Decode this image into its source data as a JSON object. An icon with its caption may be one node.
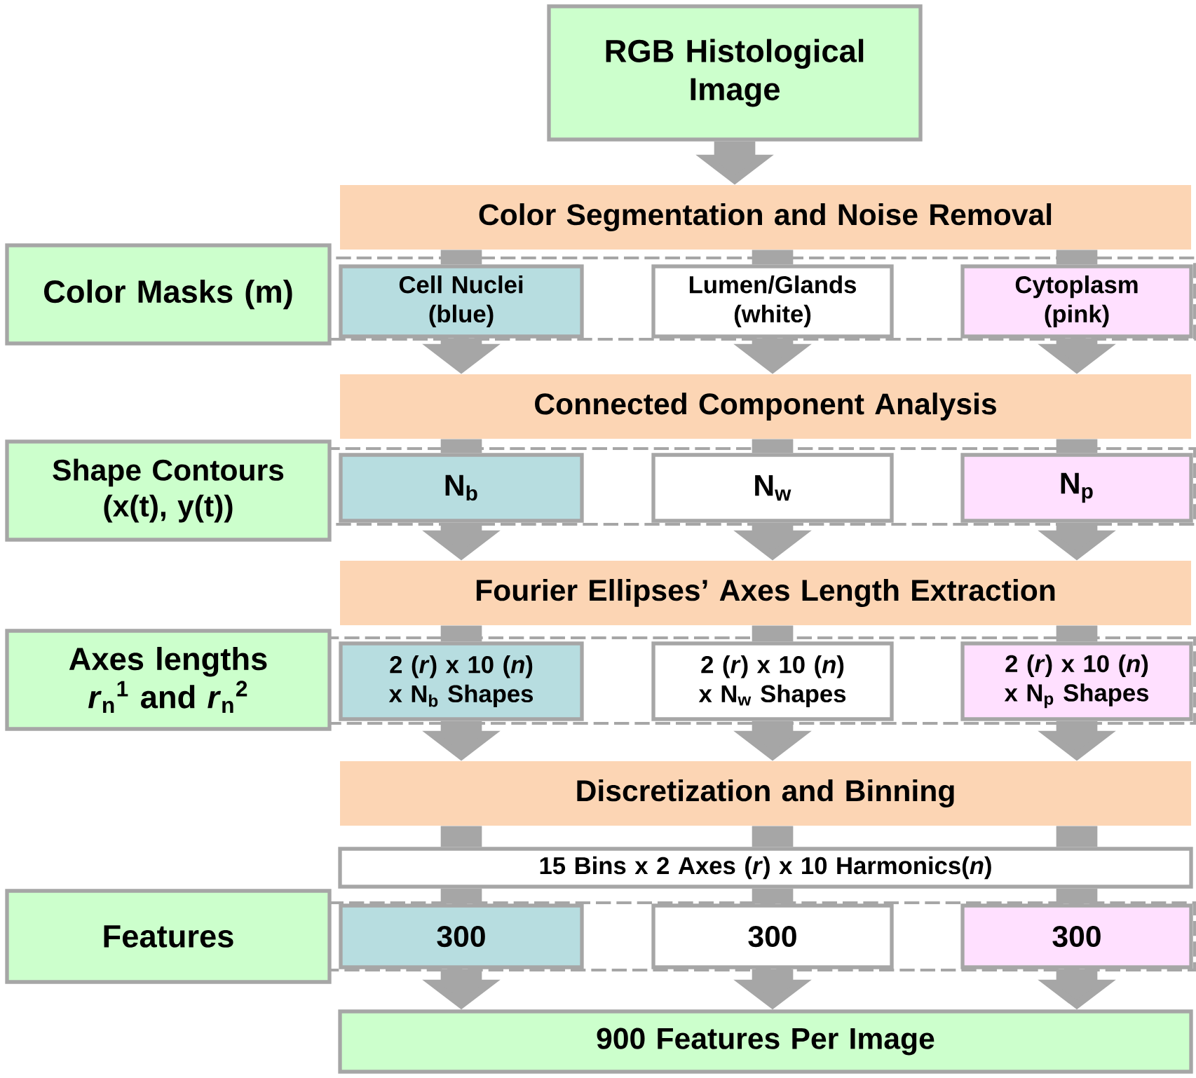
{
  "diagram": {
    "nodes": [
      {
        "text": [
          "RGB Histological Image"
        ]
      },
      {
        "text": [
          "Color Segmentation and Noise Removal"
        ]
      },
      {
        "text": [
          "Color Masks (m)"
        ]
      },
      {
        "text": [
          "Cell Nuclei (blue)"
        ]
      },
      {
        "text": [
          "Lumen/Glands (white)"
        ]
      },
      {
        "text": [
          "Cytoplasm (pink)"
        ]
      },
      {
        "text": [
          "Connected Component Analysis"
        ]
      },
      {
        "text": [
          "Shape Contours (x(t), y(t))"
        ]
      },
      {
        "text": [
          "N$_{b}$"
        ]
      },
      {
        "text": [
          "N$_{w}$"
        ]
      },
      {
        "text": [
          "N$_{p}$"
        ]
      },
      {
        "text": [
          "Fourier Ellipses’ Axes Length Extraction"
        ]
      },
      {
        "text": [
          "Axes lengths *r*$_{n}$$^{1}$ and *r*$_{n}$$^{2}$"
        ]
      },
      {
        "text": [
          "2 (*r*) x 10 (*n*) x N$_{b}$ Shapes"
        ]
      },
      {
        "text": [
          "2 (*r*) x 10 (*n*) x N$_{w}$ Shapes"
        ]
      },
      {
        "text": [
          "2 (*r*) x 10 (*n*) x N$_{p}$ Shapes"
        ]
      },
      {
        "text": [
          "Discretization and Binning"
        ]
      },
      {
        "text": [
          "15 Bins x 2 Axes (*r*) x 10 Harmonics(*n*)"
        ]
      },
      {
        "text": [
          "Features"
        ]
      },
      {
        "text": [
          "300"
        ]
      },
      {
        "text": [
          "300"
        ]
      },
      {
        "text": [
          "300"
        ]
      },
      {
        "text": [
          "900 Features Per Image"
        ]
      }
    ],
    "edges": [
      {
        "from": 0,
        "to": 1,
        "arrow": "to"
      },
      {
        "from": 1,
        "to": 3,
        "arrow": "none"
      },
      {
        "from": 1,
        "to": 4,
        "arrow": "none"
      },
      {
        "from": 1,
        "to": 5,
        "arrow": "none"
      },
      {
        "from": 3,
        "to": 6,
        "arrow": "to"
      },
      {
        "from": 4,
        "to": 6,
        "arrow": "to"
      },
      {
        "from": 5,
        "to": 6,
        "arrow": "to"
      },
      {
        "from": 6,
        "to": 8,
        "arrow": "none"
      },
      {
        "from": 6,
        "to": 9,
        "arrow": "none"
      },
      {
        "from": 6,
        "to": 10,
        "arrow": "none"
      },
      {
        "from": 8,
        "to": 11,
        "arrow": "to"
      },
      {
        "from": 9,
        "to": 11,
        "arrow": "to"
      },
      {
        "from": 10,
        "to": 11,
        "arrow": "to"
      },
      {
        "from": 11,
        "to": 13,
        "arrow": "none"
      },
      {
        "from": 11,
        "to": 14,
        "arrow": "none"
      },
      {
        "from": 11,
        "to": 15,
        "arrow": "none"
      },
      {
        "from": 13,
        "to": 16,
        "arrow": "to"
      },
      {
        "from": 14,
        "to": 16,
        "arrow": "to"
      },
      {
        "from": 15,
        "to": 16,
        "arrow": "to"
      },
      {
        "from": 16,
        "to": 17,
        "arrow": "none"
      },
      {
        "from": 16,
        "to": 17,
        "arrow": "none"
      },
      {
        "from": 16,
        "to": 17,
        "arrow": "none"
      },
      {
        "from": 17,
        "to": 19,
        "arrow": "none"
      },
      {
        "from": 17,
        "to": 20,
        "arrow": "none"
      },
      {
        "from": 17,
        "to": 21,
        "arrow": "none"
      },
      {
        "from": 19,
        "to": 22,
        "arrow": "to"
      },
      {
        "from": 20,
        "to": 22,
        "arrow": "to"
      },
      {
        "from": 21,
        "to": 22,
        "arrow": "to"
      }
    ]
  }
}
